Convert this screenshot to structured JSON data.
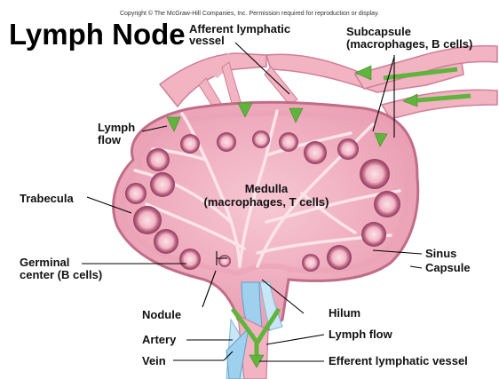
{
  "copyright": "Copyright © The McGraw-Hill Companies, Inc. Permission required for reproduction or display.",
  "title": "Lymph Node",
  "labels": {
    "afferent_line1": "Afferent lymphatic",
    "afferent_line2": "vessel",
    "subcapsule_line1": "Subcapsule",
    "subcapsule_line2": "(macrophages, B cells)",
    "lymph_flow_top_line1": "Lymph",
    "lymph_flow_top_line2": "flow",
    "medulla_line1": "Medulla",
    "medulla_line2": "(macrophages, T cells)",
    "trabecula": "Trabecula",
    "germinal_line1": "Germinal",
    "germinal_line2": "center (B cells)",
    "sinus": "Sinus",
    "capsule": "Capsule",
    "nodule": "Nodule",
    "hilum": "Hilum",
    "artery": "Artery",
    "lymph_flow_bottom": "Lymph flow",
    "vein": "Vein",
    "efferent": "Efferent lymphatic vessel"
  },
  "colors": {
    "tissue": "#f2b3c3",
    "tissue_dark": "#d9849d",
    "trabecula": "#fbe4ea",
    "follicle": "#c5698a",
    "follicle_center": "#f7ccd8",
    "arrow": "#5fb53c",
    "artery": "#9fd0ee",
    "vein": "#c9e6f6"
  }
}
